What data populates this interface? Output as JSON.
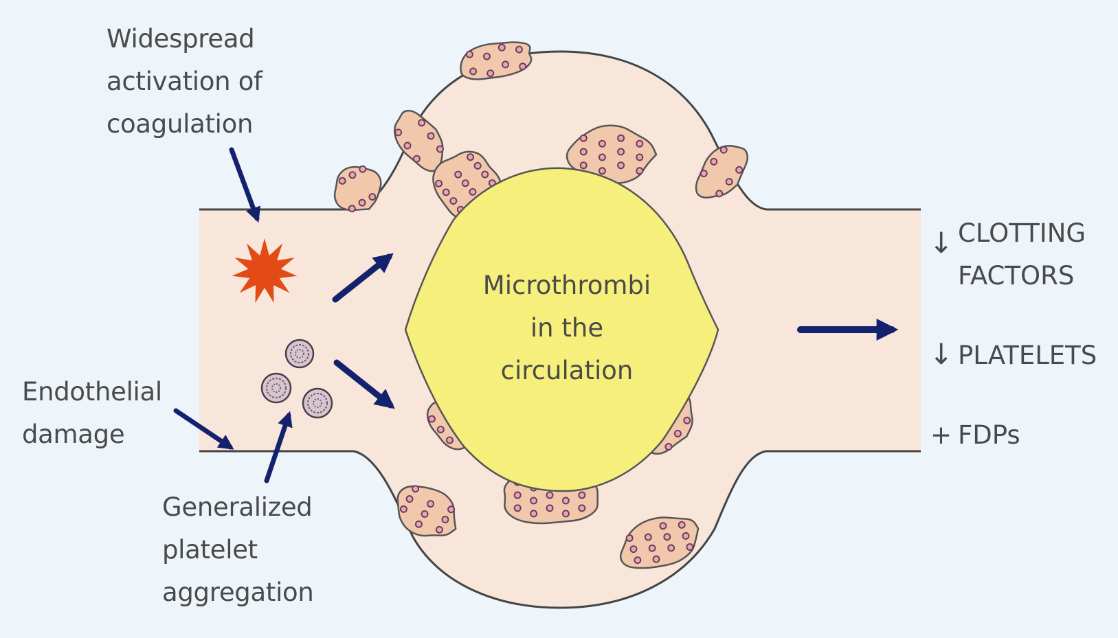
{
  "labels": {
    "coagulation": [
      "Widespread",
      "activation of",
      "coagulation"
    ],
    "endothelial": [
      "Endothelial",
      "damage"
    ],
    "platelet": [
      "Generalized",
      "platelet",
      "aggregation"
    ],
    "center": [
      "Microthrombi",
      "in the",
      "circulation"
    ]
  },
  "outcomes": [
    {
      "symbol": "↓",
      "lines": [
        "CLOTTING",
        "FACTORS"
      ]
    },
    {
      "symbol": "↓",
      "lines": [
        "PLATELETS"
      ]
    },
    {
      "symbol": "+",
      "lines": [
        "FDPs"
      ]
    }
  ],
  "colors": {
    "background": "#eef5fa",
    "vessel_fill": "#f9e6da",
    "vessel_stroke": "#444444",
    "clot_fill": "#f2c8ad",
    "clot_stroke": "#555555",
    "microthrombi_fill": "#f6ef7c",
    "arrow": "#14226e",
    "starburst": "#e24b16",
    "text": "#4a4a4a"
  },
  "icons": [
    "starburst-icon",
    "platelet-cell-icon",
    "arrow-icon"
  ]
}
